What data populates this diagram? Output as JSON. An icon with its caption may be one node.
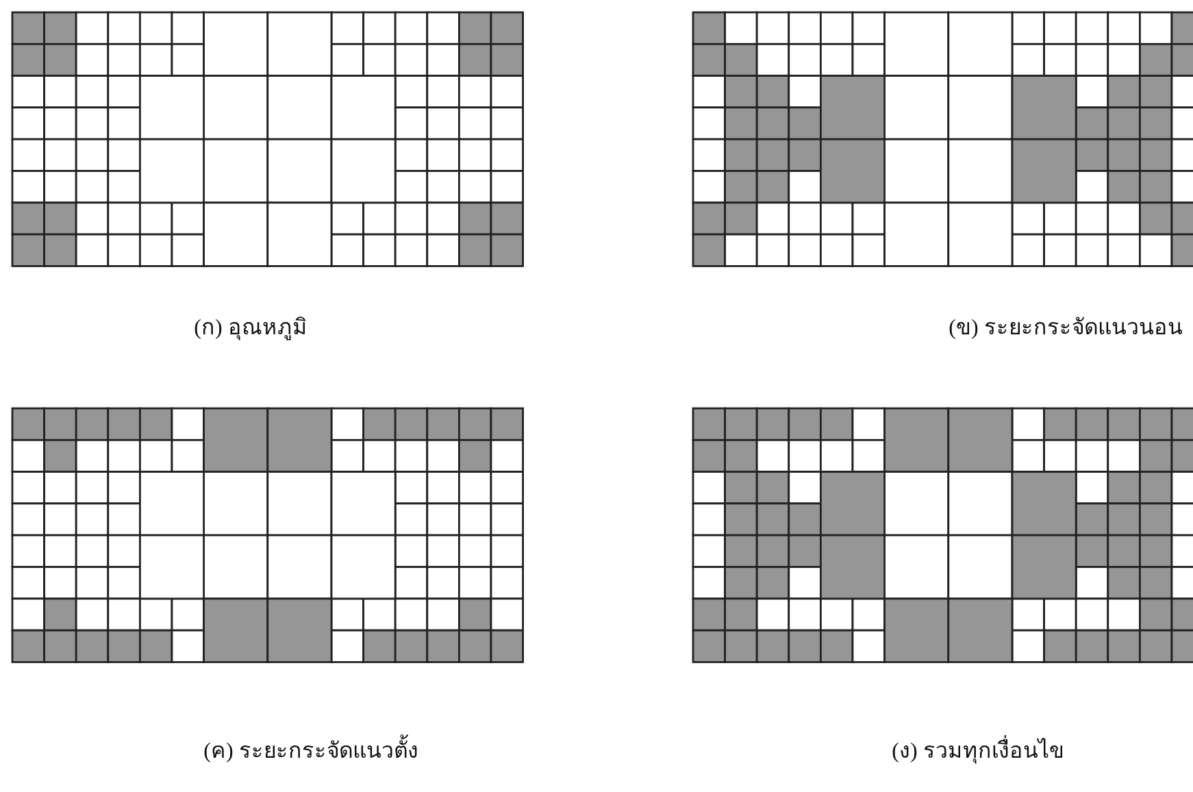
{
  "diagram": {
    "labels": [
      "(ก) อุณหภูมิ",
      "(ข) ระยะกระจัดแนวนอน",
      "(ค) ระยะกระจัดแนวตั้ง",
      "(ง) รวมทุกเงื่อนไข"
    ]
  }
}
